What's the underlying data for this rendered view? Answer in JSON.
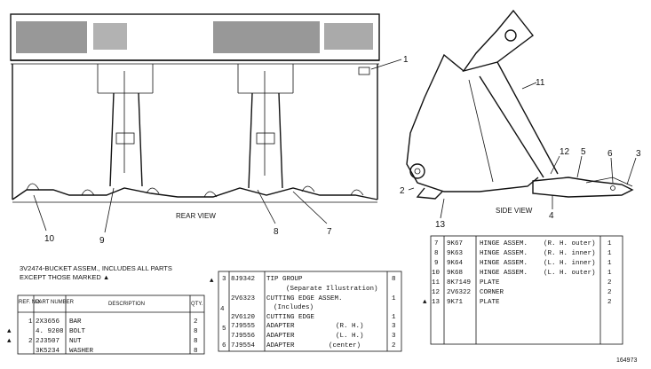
{
  "callouts": [
    "1",
    "11",
    "12",
    "5",
    "6",
    "3",
    "2",
    "13",
    "4",
    "10",
    "9",
    "8",
    "7"
  ],
  "views": {
    "rear": "REAR VIEW",
    "side": "SIDE VIEW"
  },
  "assembly": {
    "line1": "3V2474-BUCKET ASSEM., INCLUDES ALL PARTS",
    "line2": "EXCEPT THOSE MARKED ▲"
  },
  "left_table": {
    "headers": {
      "ref": "REF. NO.",
      "part": "PART NUMBER",
      "desc": "DESCRIPTION",
      "qty": "QTY."
    },
    "rows": [
      {
        "mark": "",
        "ref": "1",
        "part": "2X3656",
        "desc": "BAR",
        "qty": "2"
      },
      {
        "mark": "▲",
        "ref": "",
        "part": "4. 9208",
        "desc": "BOLT",
        "qty": "8"
      },
      {
        "mark": "▲",
        "ref": "2",
        "part": "2J3507",
        "desc": "NUT",
        "qty": "8"
      },
      {
        "mark": "",
        "ref": "",
        "part": "3K5234",
        "desc": "WASHER",
        "qty": "8"
      }
    ]
  },
  "middle_table": {
    "rows": [
      {
        "mark": "▲",
        "ref": "3",
        "part": "8J9342",
        "desc": "TIP GROUP",
        "qty": "8"
      },
      {
        "mark": "",
        "ref": "",
        "part": "",
        "desc": "(Separate Illustration)",
        "qty": ""
      },
      {
        "mark": "",
        "ref": "",
        "part": "2V6323",
        "desc": "CUTTING EDGE ASSEM.",
        "qty": "1"
      },
      {
        "mark": "",
        "ref": "4",
        "part": "",
        "desc": "(Includes)",
        "qty": ""
      },
      {
        "mark": "",
        "ref": "",
        "part": "2V6120",
        "desc": "CUTTING EDGE",
        "qty": "1"
      },
      {
        "mark": "",
        "ref": "5",
        "part": "7J9555",
        "desc": "ADAPTER",
        "side": "(R. H.)",
        "qty": "3"
      },
      {
        "mark": "",
        "ref": "",
        "part": "7J9556",
        "desc": "ADAPTER",
        "side": "(L. H.)",
        "qty": "3"
      },
      {
        "mark": "",
        "ref": "6",
        "part": "7J9554",
        "desc": "ADAPTER",
        "side": "(center)",
        "qty": "2"
      }
    ]
  },
  "right_table": {
    "rows": [
      {
        "mark": "",
        "ref": "7",
        "part": "9K67",
        "desc": "HINGE ASSEM.",
        "side": "(R. H. outer)",
        "qty": "1"
      },
      {
        "mark": "",
        "ref": "8",
        "part": "9K63",
        "desc": "HINGE ASSEM.",
        "side": "(R. H. inner)",
        "qty": "1"
      },
      {
        "mark": "",
        "ref": "9",
        "part": "9K64",
        "desc": "HINGE ASSEM.",
        "side": "(L. H. inner)",
        "qty": "1"
      },
      {
        "mark": "",
        "ref": "10",
        "part": "9K68",
        "desc": "HINGE ASSEM.",
        "side": "(L. H. outer)",
        "qty": "1"
      },
      {
        "mark": "",
        "ref": "11",
        "part": "8K7149",
        "desc": "PLATE",
        "side": "",
        "qty": "2"
      },
      {
        "mark": "",
        "ref": "12",
        "part": "2V6322",
        "desc": "CORNER",
        "side": "",
        "qty": "2"
      },
      {
        "mark": "▲",
        "ref": "13",
        "part": "9K71",
        "desc": "PLATE",
        "side": "",
        "qty": "2"
      }
    ]
  },
  "figure_id": "164973"
}
